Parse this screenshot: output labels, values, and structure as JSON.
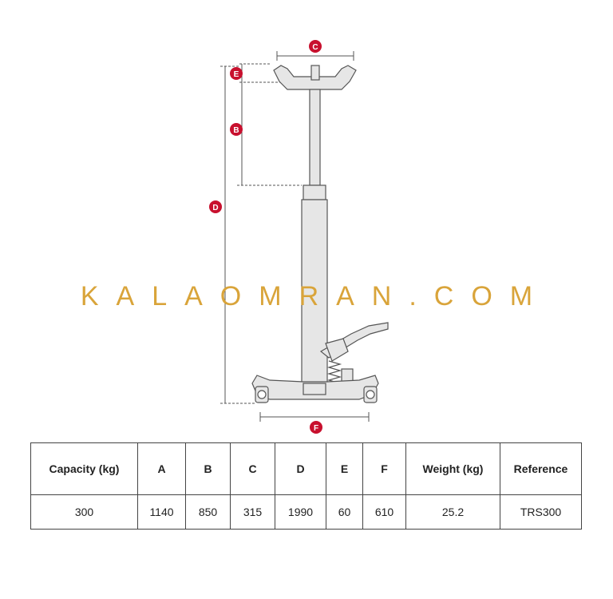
{
  "watermark": "KALAOMRAN.COM",
  "dimension_labels": [
    "C",
    "E",
    "B",
    "D",
    "F"
  ],
  "colors": {
    "badge": "#c8102e",
    "watermark": "#d9a43a",
    "jack_outline": "#555555",
    "jack_fill": "#e6e6e6",
    "dimension_line": "#555555"
  },
  "table": {
    "headers": [
      "Capacity (kg)",
      "A",
      "B",
      "C",
      "D",
      "E",
      "F",
      "Weight (kg)",
      "Reference"
    ],
    "rows": [
      [
        "300",
        "1140",
        "850",
        "315",
        "1990",
        "60",
        "610",
        "25.2",
        "TRS300"
      ]
    ]
  }
}
